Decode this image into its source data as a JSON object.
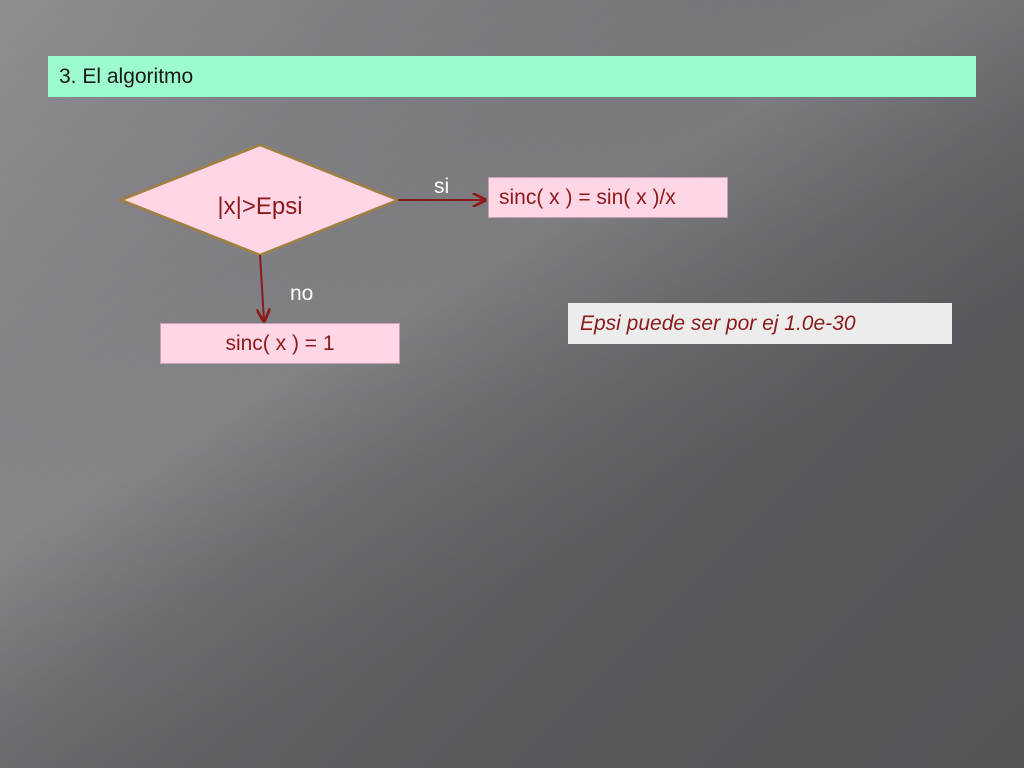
{
  "slide": {
    "title": "3. El algoritmo"
  },
  "flowchart": {
    "decision": {
      "condition": "|x|>Epsi"
    },
    "yes_branch": {
      "label": "si",
      "action": "sinc( x ) = sin( x )/x"
    },
    "no_branch": {
      "label": "no",
      "action": "sinc( x ) = 1"
    }
  },
  "note": {
    "text": "Epsi puede ser por ej 1.0e-30"
  },
  "colors": {
    "title_bg": "#9dfccd",
    "shape_fill": "#ffd6e6",
    "shape_text": "#8b1a1a",
    "arrow": "#8b1a1a",
    "diamond_border": "#a08040",
    "note_bg": "#ececec"
  }
}
